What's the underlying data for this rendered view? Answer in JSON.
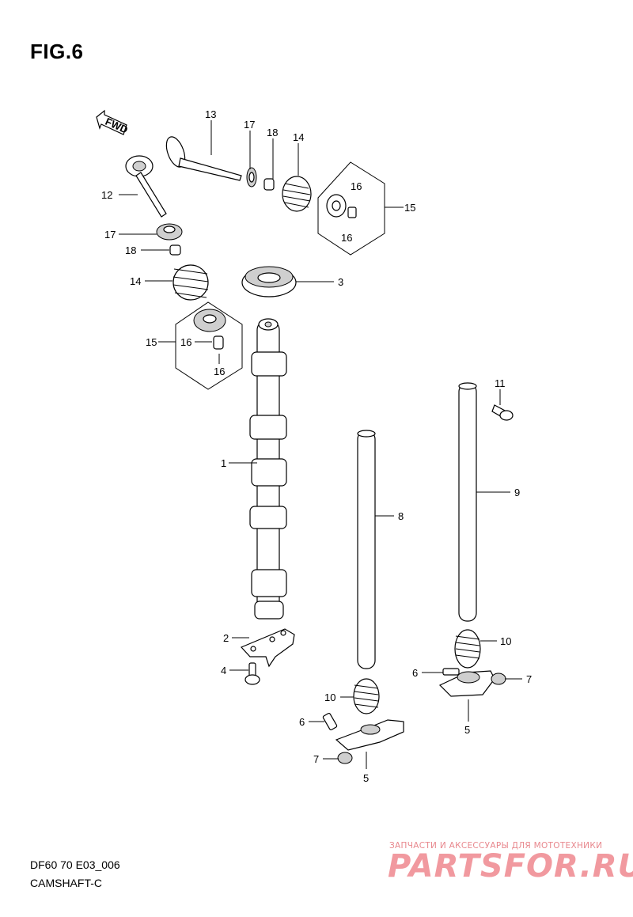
{
  "figure": {
    "title": "FIG.6",
    "code": "DF60 70 E03_006",
    "name": "CAMSHAFT-C"
  },
  "fwd_label": "FWD",
  "callouts": [
    {
      "id": "c13a",
      "text": "13"
    },
    {
      "id": "c17a",
      "text": "17"
    },
    {
      "id": "c18a",
      "text": "18"
    },
    {
      "id": "c14a",
      "text": "14"
    },
    {
      "id": "c16a",
      "text": "16"
    },
    {
      "id": "c15a",
      "text": "15"
    },
    {
      "id": "c16b",
      "text": "16"
    },
    {
      "id": "c12",
      "text": "12"
    },
    {
      "id": "c17b",
      "text": "17"
    },
    {
      "id": "c18b",
      "text": "18"
    },
    {
      "id": "c14b",
      "text": "14"
    },
    {
      "id": "c3",
      "text": "3"
    },
    {
      "id": "c15b",
      "text": "15"
    },
    {
      "id": "c16c",
      "text": "16"
    },
    {
      "id": "c16d",
      "text": "16"
    },
    {
      "id": "c11",
      "text": "11"
    },
    {
      "id": "c1",
      "text": "1"
    },
    {
      "id": "c9",
      "text": "9"
    },
    {
      "id": "c8",
      "text": "8"
    },
    {
      "id": "c2",
      "text": "2"
    },
    {
      "id": "c10a",
      "text": "10"
    },
    {
      "id": "c4",
      "text": "4"
    },
    {
      "id": "c6a",
      "text": "6"
    },
    {
      "id": "c7a",
      "text": "7"
    },
    {
      "id": "c10b",
      "text": "10"
    },
    {
      "id": "c5a",
      "text": "5"
    },
    {
      "id": "c6b",
      "text": "6"
    },
    {
      "id": "c7b",
      "text": "7"
    },
    {
      "id": "c5b",
      "text": "5"
    }
  ],
  "watermark": {
    "tagline": "ЗАПЧАСТИ И АКСЕССУАРЫ ДЛЯ МОТОТЕХНИКИ",
    "brand": "PARTSFOR.RU"
  }
}
